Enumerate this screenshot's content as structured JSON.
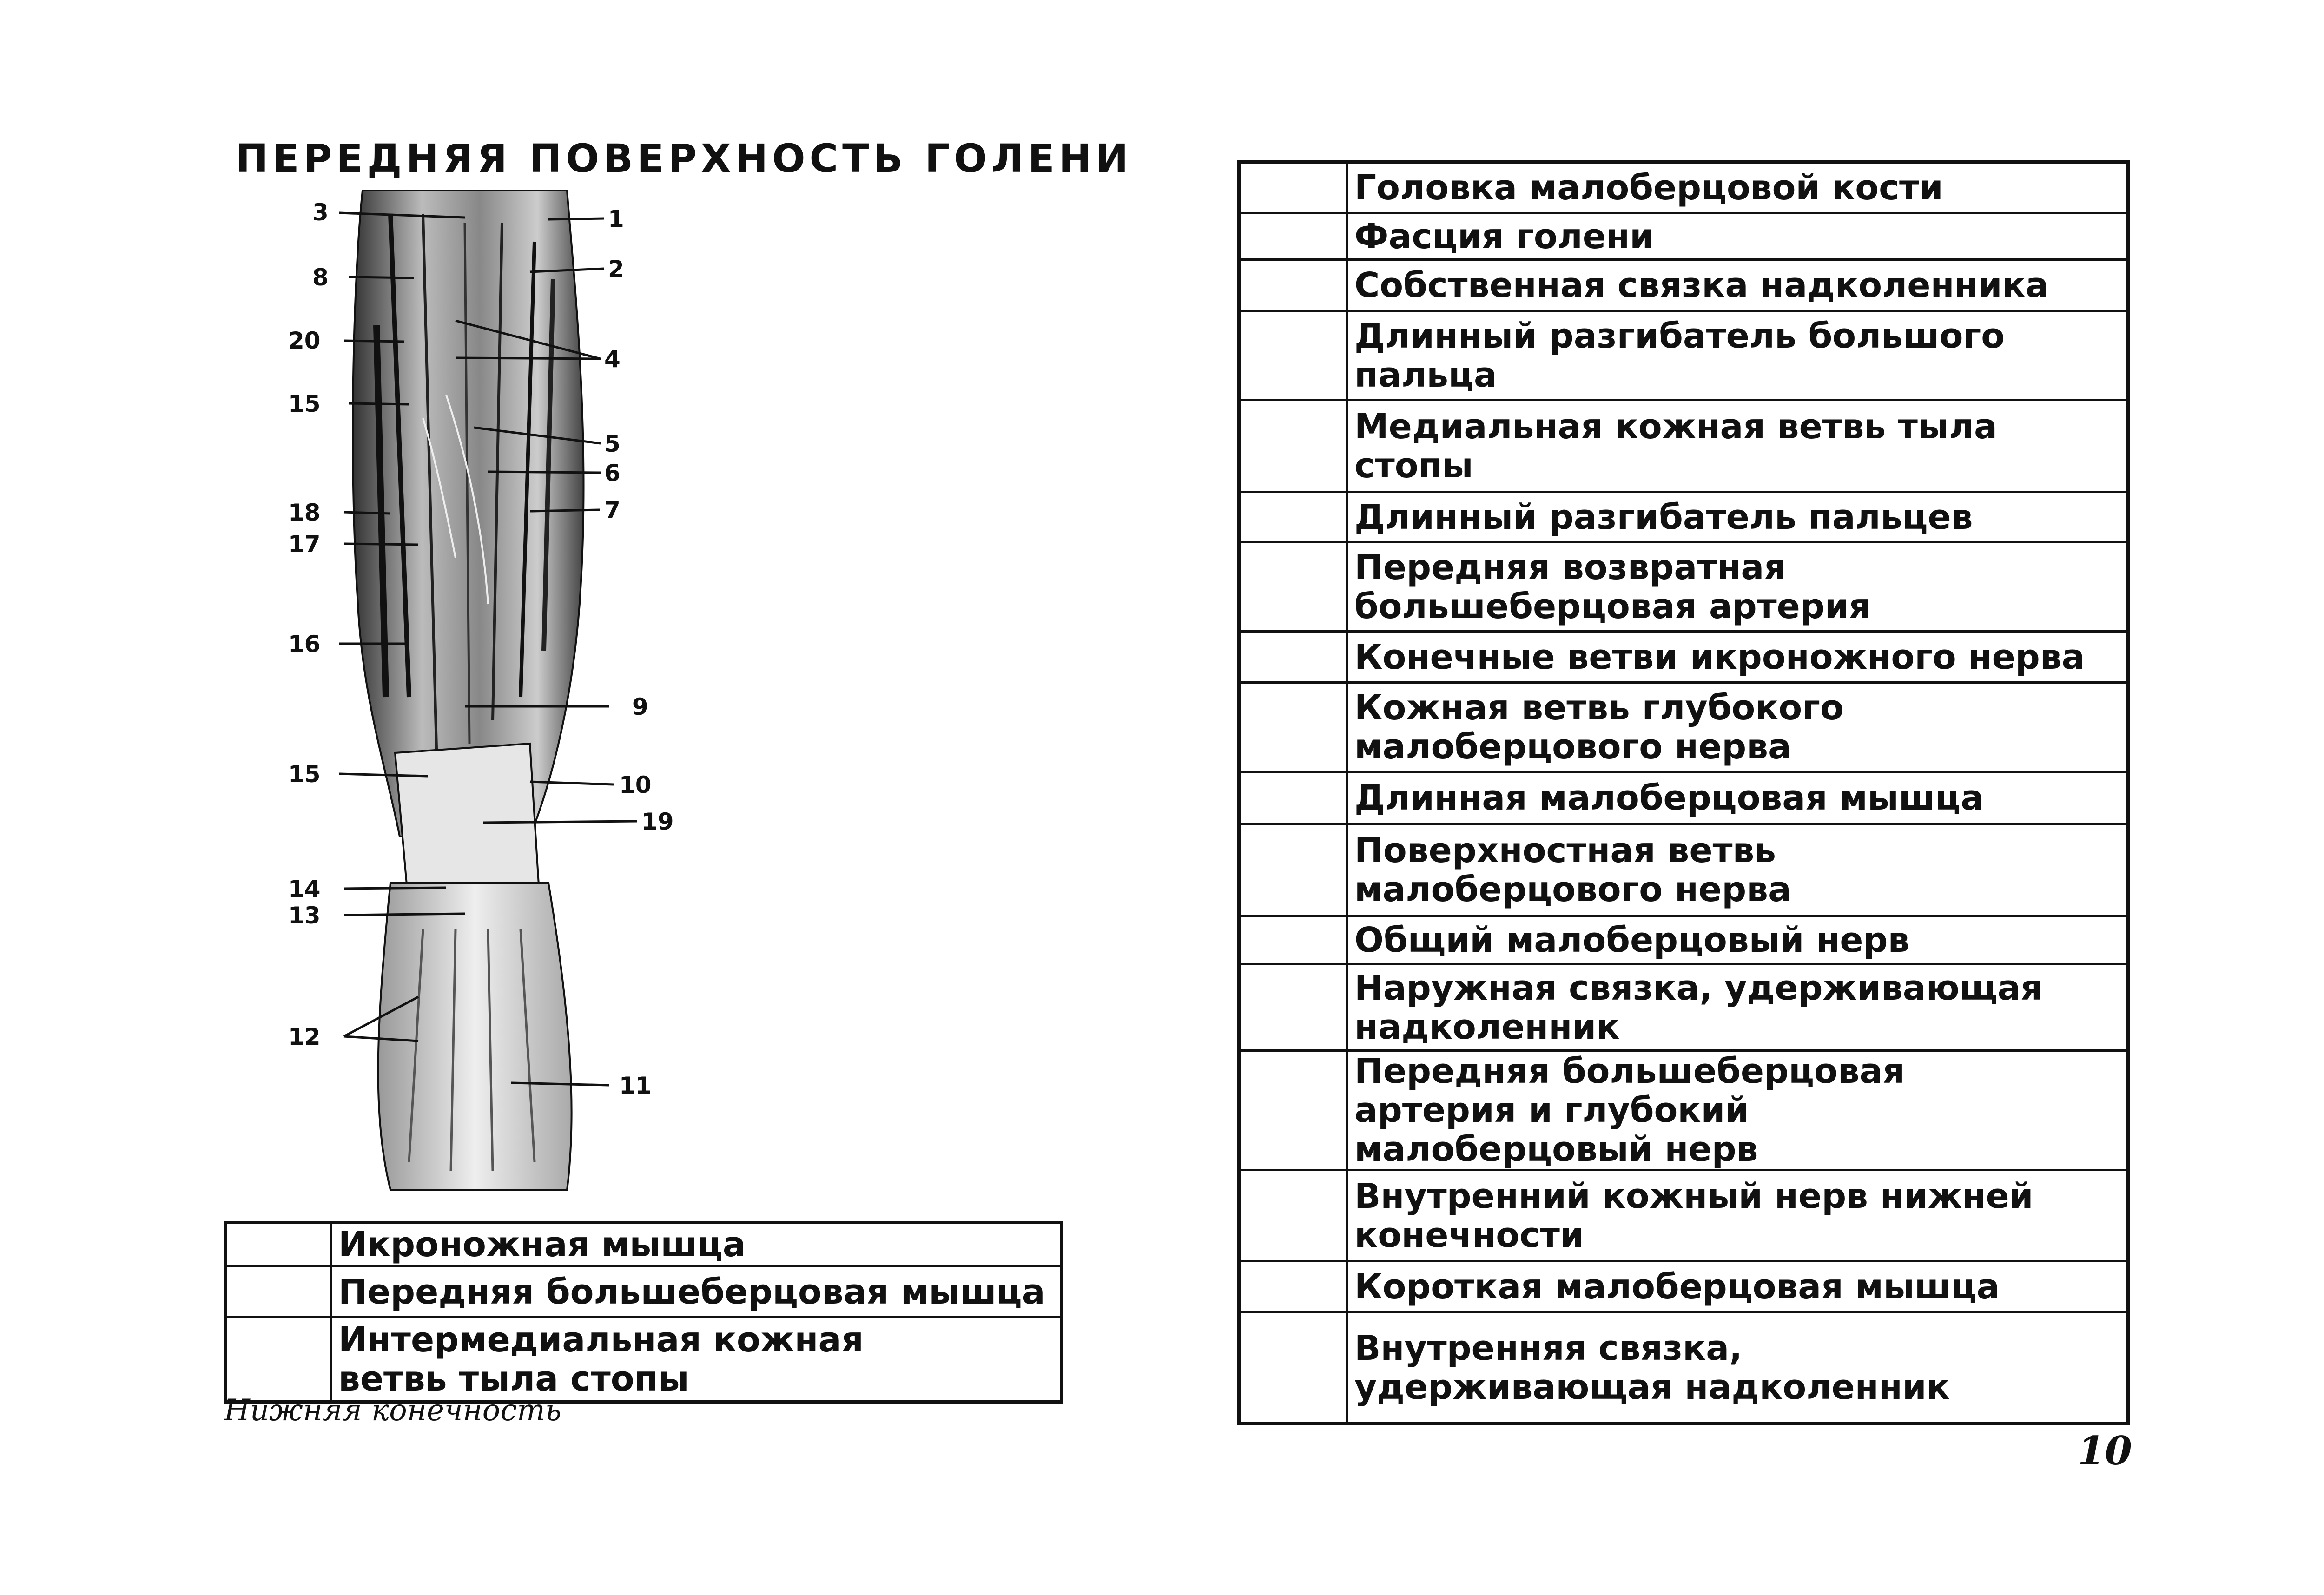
{
  "title": "ПЕРЕДНЯЯ ПОВЕРХНОСТЬ ГОЛЕНИ",
  "figure_labels": {
    "l1": "1",
    "l2": "2",
    "l3": "3",
    "l4": "4",
    "l5": "5",
    "l6": "6",
    "l7": "7",
    "l8": "8",
    "l9": "9",
    "l10": "10",
    "l11": "11",
    "l12": "12",
    "l13": "13",
    "l14": "14",
    "l15": "15",
    "l16": "16",
    "l17": "17",
    "l18": "18",
    "l19": "19",
    "l20": "20"
  },
  "left_table": [
    {
      "number": "",
      "text": "Икроножная мышца"
    },
    {
      "number": "",
      "text": "Передняя большеберцовая мышца"
    },
    {
      "number": "",
      "text": "Интермедиальная кожная ветвь тыла стопы"
    }
  ],
  "right_table": [
    {
      "number": "",
      "text": "Головка малоберцовой кости"
    },
    {
      "number": "",
      "text": "Фасция голени"
    },
    {
      "number": "",
      "text": "Собственная связка надколенника"
    },
    {
      "number": "",
      "text": "Длинный разгибатель большого пальца"
    },
    {
      "number": "",
      "text": "Медиальная кожная ветвь тыла стопы"
    },
    {
      "number": "",
      "text": "Длинный разгибатель пальцев"
    },
    {
      "number": "",
      "text": "Передняя возвратная большеберцовая артерия"
    },
    {
      "number": "",
      "text": "Конечные ветви икроножного нерва"
    },
    {
      "number": "",
      "text": "Кожная ветвь глубокого малоберцового нерва"
    },
    {
      "number": "",
      "text": "Длинная малоберцовая мышца"
    },
    {
      "number": "",
      "text": "Поверхностная ветвь малоберцового нерва"
    },
    {
      "number": "",
      "text": "Общий малоберцовый нерв"
    },
    {
      "number": "",
      "text": "Наружная связка, удерживающая надколенник"
    },
    {
      "number": "",
      "text": "Передняя большеберцовая артерия и глубокий малоберцовый нерв"
    },
    {
      "number": "",
      "text": "Внутренний кожный нерв нижней конечности"
    },
    {
      "number": "",
      "text": "Короткая малоберцовая мышца"
    },
    {
      "number": "",
      "text": "Внутренняя связка, удерживающая надколенник"
    }
  ],
  "caption": "Нижняя конечность",
  "page_number": "10"
}
